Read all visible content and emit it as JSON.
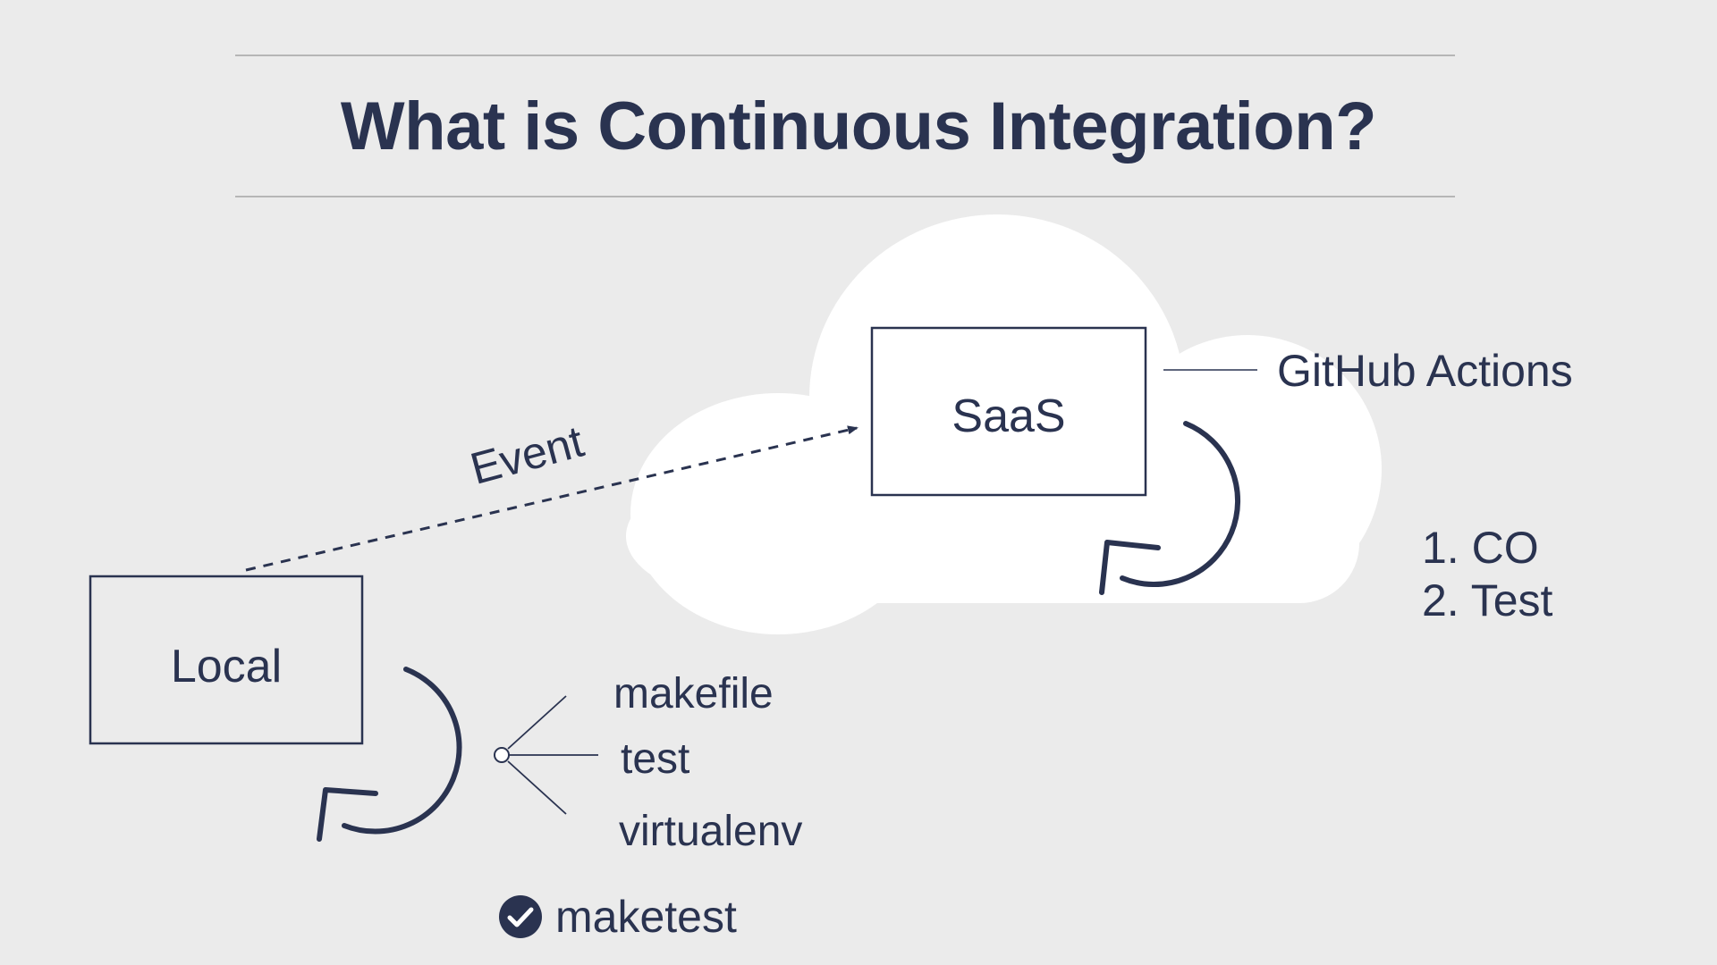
{
  "slide": {
    "title": "What is Continuous Integration?"
  },
  "diagram": {
    "local_box": {
      "label": "Local"
    },
    "saas_box": {
      "label": "SaaS"
    },
    "event_label": "Event",
    "cloud_label": "GitHub Actions",
    "steps": [
      "1. CO",
      "2. Test"
    ],
    "local_tools": [
      "makefile",
      "test",
      "virtualenv"
    ],
    "checked_item": {
      "label": "maketest",
      "icon": "check-circle-icon"
    }
  },
  "colors": {
    "background": "#ebebeb",
    "text": "#2a3350",
    "cloud": "#ffffff",
    "rule": "#b6b6b6"
  }
}
